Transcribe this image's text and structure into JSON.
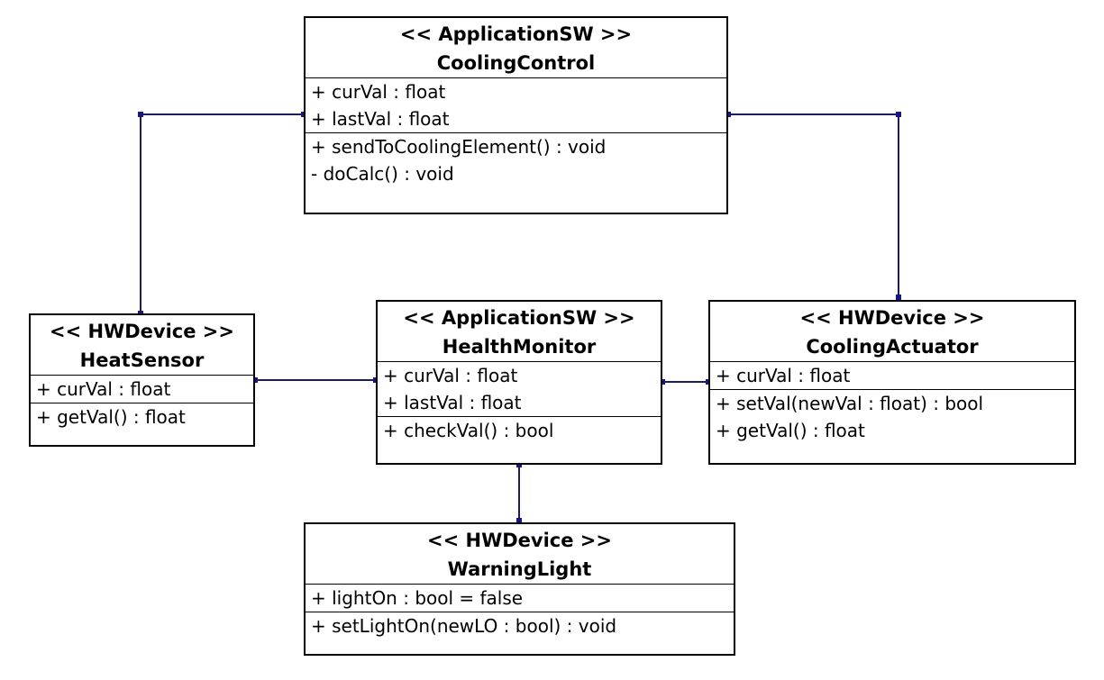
{
  "classes": {
    "cooling_control": {
      "stereotype": "<< ApplicationSW >>",
      "name": "CoolingControl",
      "attributes": [
        "+ curVal : float",
        "+ lastVal : float"
      ],
      "operations": [
        "+ sendToCoolingElement() : void",
        "- doCalc() : void"
      ]
    },
    "heat_sensor": {
      "stereotype": "<< HWDevice >>",
      "name": "HeatSensor",
      "attributes": [
        "+ curVal : float"
      ],
      "operations": [
        "+ getVal() : float"
      ]
    },
    "health_monitor": {
      "stereotype": "<< ApplicationSW >>",
      "name": "HealthMonitor",
      "attributes": [
        "+ curVal : float",
        "+ lastVal : float"
      ],
      "operations": [
        "+ checkVal() : bool"
      ]
    },
    "cooling_actuator": {
      "stereotype": "<< HWDevice >>",
      "name": "CoolingActuator",
      "attributes": [
        "+ curVal : float"
      ],
      "operations": [
        "+ setVal(newVal : float) : bool",
        "+ getVal() : float"
      ]
    },
    "warning_light": {
      "stereotype": "<< HWDevice >>",
      "name": "WarningLight",
      "attributes": [
        "+ lightOn : bool = false"
      ],
      "operations": [
        "+ setLightOn(newLO : bool) : void"
      ]
    }
  },
  "associations": [
    {
      "from": "cooling_control",
      "to": "heat_sensor"
    },
    {
      "from": "cooling_control",
      "to": "cooling_actuator"
    },
    {
      "from": "heat_sensor",
      "to": "health_monitor"
    },
    {
      "from": "health_monitor",
      "to": "cooling_actuator"
    },
    {
      "from": "health_monitor",
      "to": "warning_light"
    }
  ],
  "colors": {
    "line": "#1c1c5c",
    "handle": "#16168a",
    "border": "#000000"
  }
}
